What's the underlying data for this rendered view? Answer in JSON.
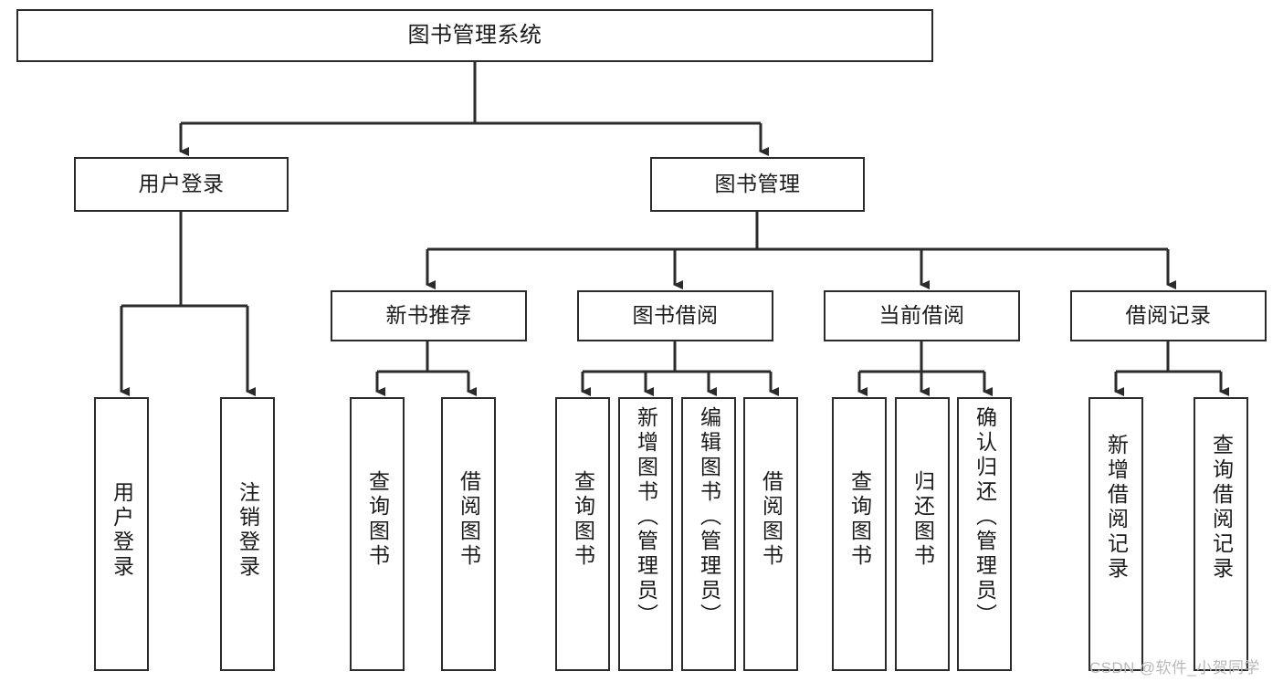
{
  "diagram": {
    "title": "图书管理系统",
    "stroke_color": "#2b2b2b",
    "fill_color": "#ffffff",
    "text_color": "#1b1b1b"
  },
  "root": {
    "label": "图书管理系统"
  },
  "level2": [
    {
      "label": "用户登录"
    },
    {
      "label": "图书管理"
    }
  ],
  "level3": [
    {
      "label": "新书推荐"
    },
    {
      "label": "图书借阅"
    },
    {
      "label": "当前借阅"
    },
    {
      "label": "借阅记录"
    }
  ],
  "leaves": {
    "user_login": [
      {
        "label": "用户登录"
      },
      {
        "label": "注销登录"
      }
    ],
    "new_book": [
      {
        "label": "查询图书"
      },
      {
        "label": "借阅图书"
      }
    ],
    "book_borrow": [
      {
        "label": "查询图书"
      },
      {
        "label": "新增图书（管理员）"
      },
      {
        "label": "编辑图书（管理员）"
      },
      {
        "label": "借阅图书"
      }
    ],
    "current_borrow": [
      {
        "label": "查询图书"
      },
      {
        "label": "归还图书"
      },
      {
        "label": "确认归还（管理员）"
      }
    ],
    "borrow_record": [
      {
        "label": "新增借阅记录"
      },
      {
        "label": "查询借阅记录"
      }
    ]
  },
  "watermark": {
    "text": "CSDN @软件_小贺同学"
  }
}
